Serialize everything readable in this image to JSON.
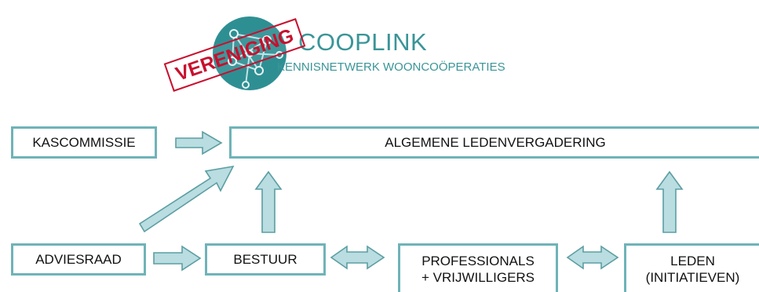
{
  "logo": {
    "name": "COOPLINK",
    "subtitle": "KENNISNETWERK WOONCOÖPERATIES",
    "stamp": "VERENIGING",
    "color": "#3a9598",
    "stamp_color": "#c8102e"
  },
  "nodes": {
    "kascommissie": "KASCOMMISSIE",
    "alv": "ALGEMENE LEDENVERGADERING",
    "adviesraad": "ADVIESRAAD",
    "bestuur": "BESTUUR",
    "professionals_line1": "PROFESSIONALS",
    "professionals_line2": "+ VRIJWILLIGERS",
    "leden_line1": "LEDEN",
    "leden_line2": "(INITIATIEVEN)"
  },
  "colors": {
    "box_border": "#6fb3b8",
    "arrow_fill": "#b9dde0",
    "arrow_stroke": "#5c9ea3"
  }
}
